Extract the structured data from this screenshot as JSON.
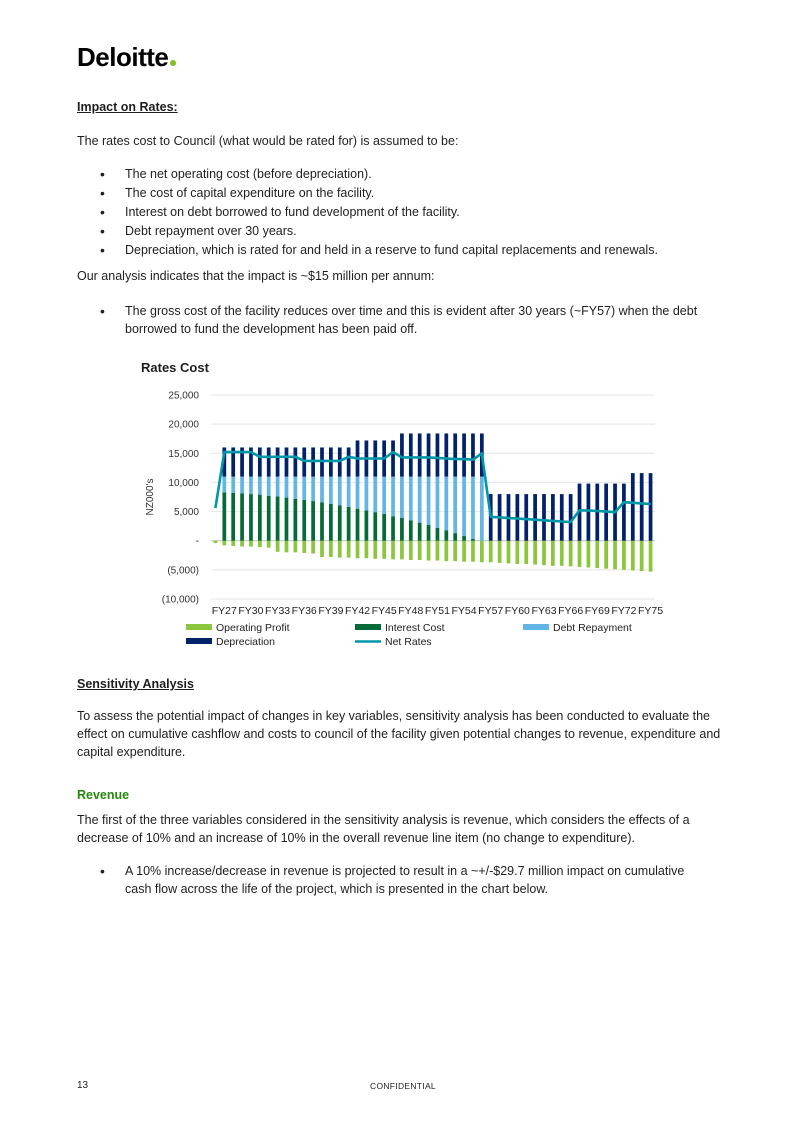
{
  "header": {
    "logo_text": "Deloitte"
  },
  "section1": {
    "heading": "Impact on Rates:",
    "intro": "The rates cost to Council (what would be rated for) is assumed to be:",
    "bullets": [
      "The net operating cost (before depreciation).",
      "The cost of capital expenditure on the facility.",
      "Interest on debt borrowed to fund development of the facility.",
      "Debt repayment over 30 years.",
      "Depreciation, which is rated for and held in a reserve to fund capital replacements and renewals."
    ],
    "analysis": "Our analysis indicates that the impact is ~$15 million per annum:",
    "analysis_bullet": "The gross cost of the facility reduces over time and this is evident after 30 years (~FY57) when the debt borrowed to fund the development has been paid off."
  },
  "chart_data": {
    "type": "bar",
    "title": "Rates Cost",
    "ylabel": "NZ000's",
    "ylim": [
      -10000,
      25000
    ],
    "y_ticks": [
      "25,000",
      "20,000",
      "15,000",
      "10,000",
      "5,000",
      "-",
      "(5,000)",
      "(10,000)"
    ],
    "x_tick_labels": [
      "FY27",
      "FY30",
      "FY33",
      "FY36",
      "FY39",
      "FY42",
      "FY45",
      "FY48",
      "FY51",
      "FY54",
      "FY57",
      "FY60",
      "FY63",
      "FY66",
      "FY69",
      "FY72",
      "FY75"
    ],
    "categories": [
      "FY26",
      "FY27",
      "FY28",
      "FY29",
      "FY30",
      "FY31",
      "FY32",
      "FY33",
      "FY34",
      "FY35",
      "FY36",
      "FY37",
      "FY38",
      "FY39",
      "FY40",
      "FY41",
      "FY42",
      "FY43",
      "FY44",
      "FY45",
      "FY46",
      "FY47",
      "FY48",
      "FY49",
      "FY50",
      "FY51",
      "FY52",
      "FY53",
      "FY54",
      "FY55",
      "FY56",
      "FY57",
      "FY58",
      "FY59",
      "FY60",
      "FY61",
      "FY62",
      "FY63",
      "FY64",
      "FY65",
      "FY66",
      "FY67",
      "FY68",
      "FY69",
      "FY70",
      "FY71",
      "FY72",
      "FY73",
      "FY74",
      "FY75"
    ],
    "grid": true,
    "legend_position": "bottom",
    "series": [
      {
        "name": "Operating Profit",
        "kind": "bar",
        "color": "#8cc63f",
        "values": [
          -400,
          -800,
          -900,
          -1000,
          -1000,
          -1100,
          -1200,
          -1900,
          -2000,
          -2000,
          -2100,
          -2200,
          -2800,
          -2800,
          -2900,
          -2900,
          -3000,
          -3000,
          -3100,
          -3100,
          -3200,
          -3200,
          -3300,
          -3300,
          -3400,
          -3400,
          -3500,
          -3500,
          -3600,
          -3600,
          -3700,
          -3700,
          -3800,
          -3900,
          -4000,
          -4000,
          -4100,
          -4200,
          -4300,
          -4300,
          -4400,
          -4500,
          -4600,
          -4700,
          -4800,
          -4900,
          -5000,
          -5100,
          -5200,
          -5300
        ]
      },
      {
        "name": "Interest Cost",
        "kind": "bar",
        "color": "#046a38",
        "values": [
          0,
          8300,
          8200,
          8100,
          8000,
          7900,
          7700,
          7600,
          7400,
          7200,
          7000,
          6800,
          6600,
          6300,
          6100,
          5800,
          5500,
          5200,
          4900,
          4600,
          4200,
          3900,
          3500,
          3100,
          2700,
          2200,
          1800,
          1300,
          800,
          300,
          0,
          0,
          0,
          0,
          0,
          0,
          0,
          0,
          0,
          0,
          0,
          0,
          0,
          0,
          0,
          0,
          0,
          0,
          0,
          0
        ]
      },
      {
        "name": "Debt Repayment",
        "kind": "bar",
        "color": "#62b5e5",
        "values": [
          0,
          2700,
          2800,
          2900,
          3000,
          3100,
          3300,
          3400,
          3600,
          3800,
          4000,
          4200,
          4400,
          4700,
          4900,
          5200,
          5500,
          5800,
          6100,
          6400,
          6800,
          7100,
          7500,
          7900,
          8300,
          8800,
          9200,
          9700,
          10200,
          10700,
          11000,
          0,
          0,
          0,
          0,
          0,
          0,
          0,
          0,
          0,
          0,
          0,
          0,
          0,
          0,
          0,
          0,
          0,
          0,
          0
        ]
      },
      {
        "name": "Depreciation",
        "kind": "bar",
        "color": "#012169",
        "values": [
          0,
          5000,
          5000,
          5000,
          5000,
          5000,
          5000,
          5000,
          5000,
          5000,
          5000,
          5000,
          5000,
          5000,
          5000,
          5000,
          6200,
          6200,
          6200,
          6200,
          6200,
          7400,
          7400,
          7400,
          7400,
          7400,
          7400,
          7400,
          7400,
          7400,
          7400,
          8000,
          8000,
          8000,
          8000,
          8000,
          8000,
          8000,
          8000,
          8000,
          8000,
          9800,
          9800,
          9800,
          9800,
          9800,
          9800,
          11600,
          11600,
          11600
        ]
      },
      {
        "name": "Net Rates",
        "kind": "line",
        "color": "#0097a9",
        "values": [
          5600,
          15200,
          15200,
          15200,
          15200,
          14400,
          14400,
          14400,
          14400,
          14400,
          13700,
          13700,
          13700,
          13700,
          13700,
          14400,
          14100,
          14100,
          14100,
          14100,
          15200,
          14300,
          14300,
          14300,
          14300,
          14200,
          14100,
          14000,
          14000,
          13900,
          15000,
          4100,
          4000,
          3900,
          3800,
          3700,
          3600,
          3500,
          3400,
          3300,
          3200,
          5200,
          5200,
          5100,
          5000,
          4900,
          6600,
          6500,
          6400,
          6300
        ]
      }
    ]
  },
  "section2": {
    "heading": "Sensitivity Analysis",
    "para": "To assess the potential impact of changes in key variables, sensitivity analysis has been conducted to evaluate the effect on cumulative cashflow and costs to council of the facility given potential changes to revenue, expenditure and capital expenditure.",
    "subheading": "Revenue",
    "para2": "The first of the three variables considered in the sensitivity analysis is revenue, which considers the effects of a decrease of 10% and an increase of 10% in the overall revenue line item (no change to expenditure).",
    "bullet": "A 10% increase/decrease in revenue is projected to result in a ~+/-$29.7 million impact on cumulative cash flow across the life of the project, which is presented in the chart below."
  },
  "footer": {
    "page_number": "13",
    "confidential": "CONFIDENTIAL"
  }
}
